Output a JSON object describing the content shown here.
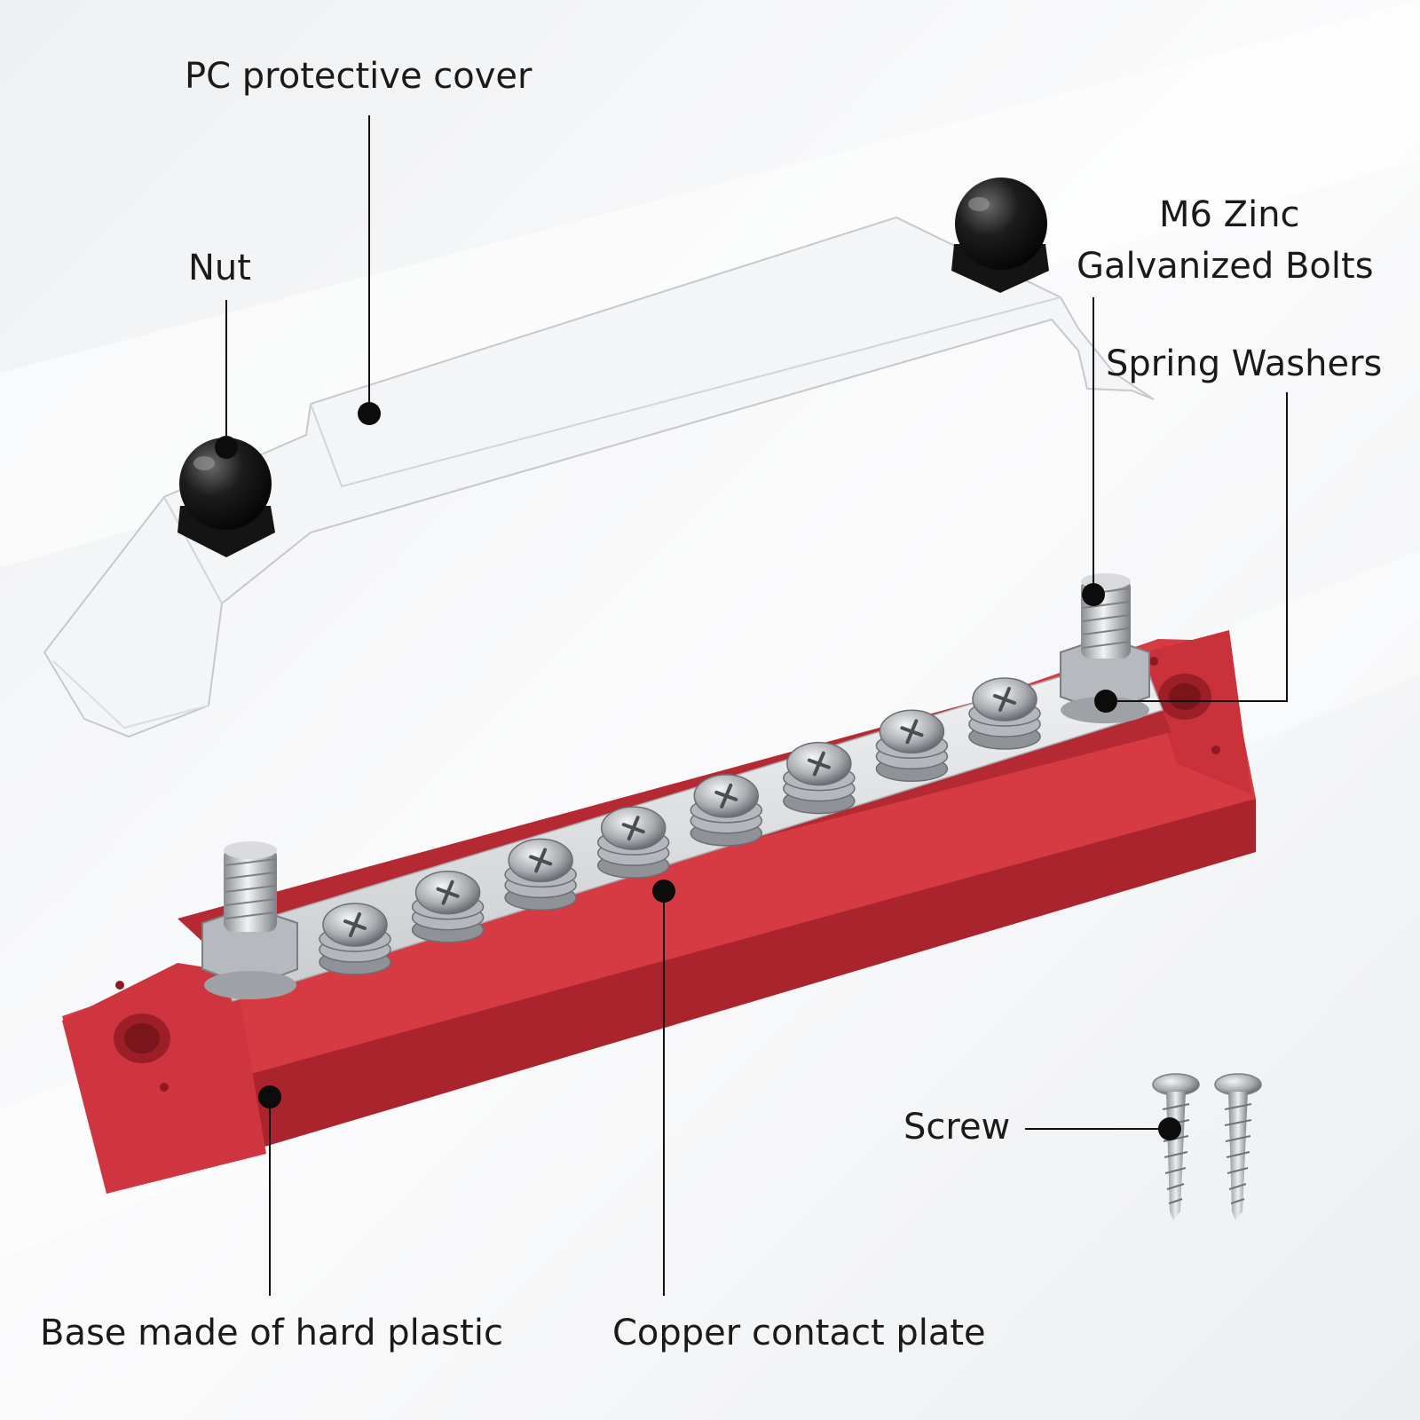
{
  "labels": {
    "pc_cover": "PC protective cover",
    "nut": "Nut",
    "bolts_line1": "M6 Zinc",
    "bolts_line2": "Galvanized Bolts",
    "spring_washers": "Spring Washers",
    "screw": "Screw",
    "base": "Base made of hard plastic",
    "copper_plate": "Copper contact plate"
  },
  "colors": {
    "base_red": "#c8313a",
    "base_red_dark": "#a4232b",
    "cover_clear": "#f4f5f6",
    "nut_black": "#121212",
    "steel": "#b9bcc0",
    "plate_silver": "#e6e7e9"
  },
  "counts": {
    "terminal_screws": 8,
    "studs": 2
  }
}
